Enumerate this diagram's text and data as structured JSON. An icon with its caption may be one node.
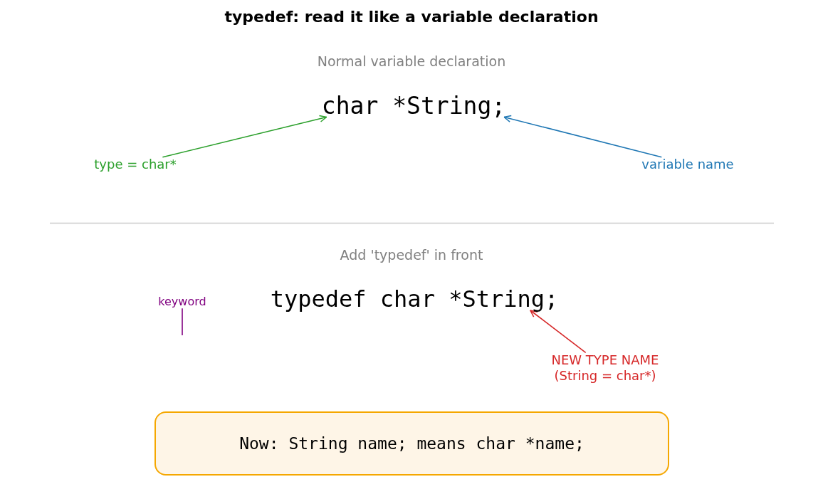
{
  "diagram": {
    "title": "typedef: read it like a variable declaration",
    "nodes": [
      {
        "text": [
          "char *String;"
        ]
      },
      {
        "text": [
          "type = char*"
        ]
      },
      {
        "text": [
          "variable name"
        ]
      },
      {
        "text": [
          "keyword"
        ]
      },
      {
        "text": [
          "typedef char *String;"
        ]
      },
      {
        "text": [
          "NEW TYPE NAME (String = char*)"
        ]
      },
      {
        "text": [
          "Now: String name; means char *name;"
        ]
      }
    ],
    "edges": [
      {
        "from": 1,
        "to": 0,
        "arrow": "to",
        "color": "#2ca02c"
      },
      {
        "from": 2,
        "to": 0,
        "arrow": "to",
        "color": "#1f77b4"
      },
      {
        "from": 3,
        "to": null,
        "arrow": "none",
        "color": "#800080"
      },
      {
        "from": 5,
        "to": 4,
        "arrow": "to",
        "color": "#d62728"
      }
    ],
    "labels": [
      "Normal variable declaration",
      "Add 'typedef' in front"
    ]
  }
}
